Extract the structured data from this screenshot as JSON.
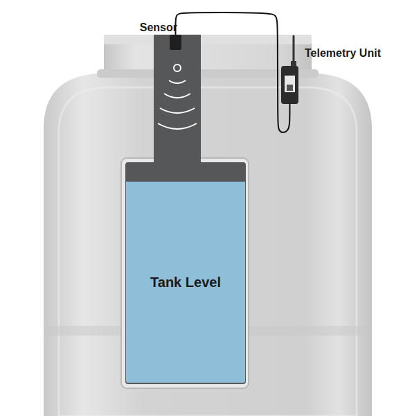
{
  "diagram": {
    "nodes": [
      {
        "text": [
          "Sensor"
        ]
      },
      {
        "text": [
          "Telemetry Unit"
        ]
      },
      {
        "text": [
          "Tank Level"
        ]
      }
    ],
    "edges": [
      {
        "from": 0,
        "to": 1,
        "arrow": "none"
      }
    ]
  }
}
